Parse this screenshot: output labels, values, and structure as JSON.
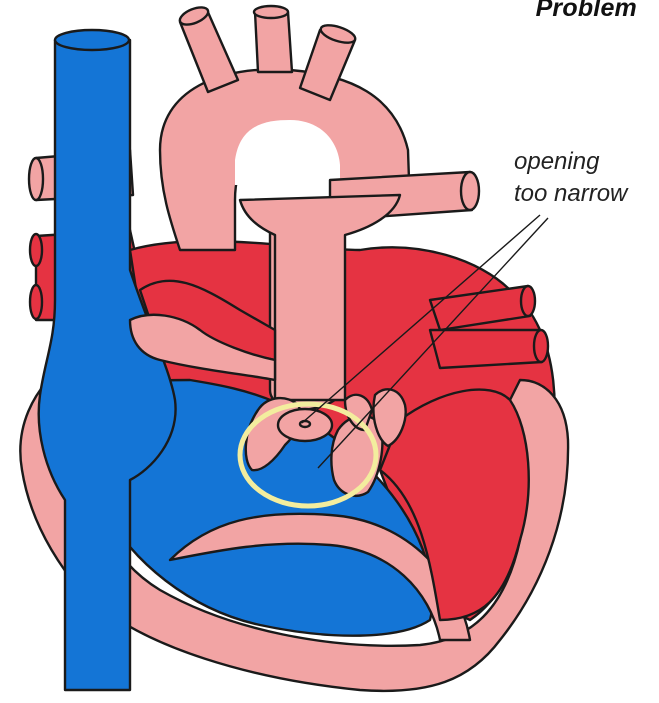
{
  "header": {
    "title": "Problem"
  },
  "annotation": {
    "line1": "opening",
    "line2": "too narrow"
  },
  "colors": {
    "deoxygenated": "#1475D6",
    "oxygenated": "#E53342",
    "heart_tissue": "#F2A4A4",
    "highlight_ring": "#F3ED9E",
    "outline": "#1a1a1a"
  }
}
